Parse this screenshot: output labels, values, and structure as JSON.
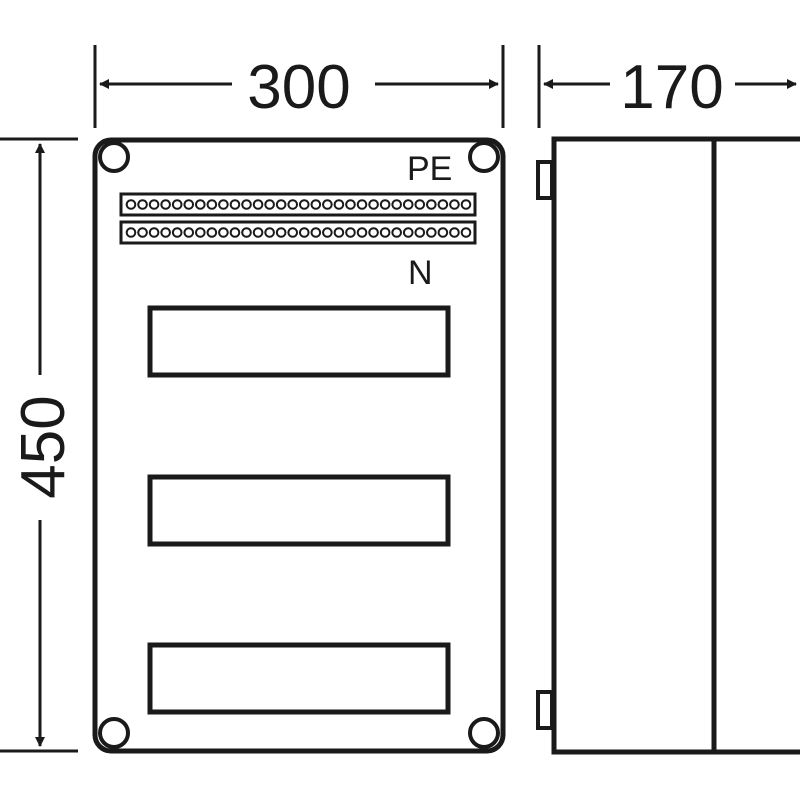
{
  "dimensions": {
    "width": "300",
    "depth": "170",
    "height": "450"
  },
  "labels": {
    "pe_bar": "PE",
    "n_bar": "N"
  },
  "terminal_bars": {
    "holes_per_bar": 30
  },
  "din_rail_windows": {
    "count": 3
  },
  "colors": {
    "stroke": "#1a1a1a",
    "background": "#ffffff"
  }
}
